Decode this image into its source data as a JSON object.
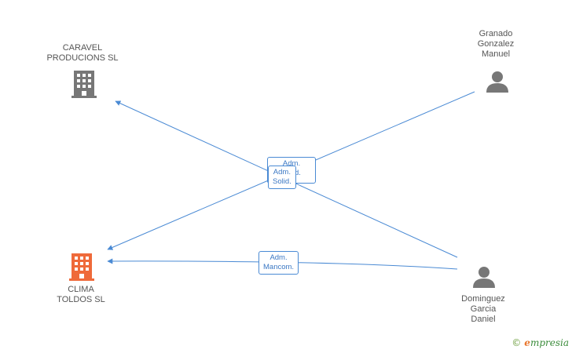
{
  "nodes": {
    "caravel": {
      "lines": [
        "CARAVEL",
        "PRODUCIONS SL"
      ],
      "icon": "building-icon",
      "color": "#777777"
    },
    "clima": {
      "lines": [
        "CLIMA",
        "TOLDOS SL"
      ],
      "icon": "building-icon",
      "color": "#ef6a3a"
    },
    "granado": {
      "lines": [
        "Granado",
        "Gonzalez",
        "Manuel"
      ],
      "icon": "person-icon",
      "color": "#777777"
    },
    "dominguez": {
      "lines": [
        "Dominguez",
        "Garcia",
        "Daniel"
      ],
      "icon": "person-icon",
      "color": "#777777"
    }
  },
  "edges": [
    {
      "from": "granado",
      "to": "clima",
      "label": [
        "Adm.",
        "Solid."
      ]
    },
    {
      "from": "dominguez",
      "to": "caravel",
      "label": [
        "Adm.",
        "Solid."
      ]
    },
    {
      "from": "dominguez",
      "to": "clima",
      "label": [
        "Adm.",
        "Mancom."
      ]
    }
  ],
  "edge_color": "#4a8ad4",
  "brand": {
    "copyright": "©",
    "e": "e",
    "name": "mpresia"
  }
}
